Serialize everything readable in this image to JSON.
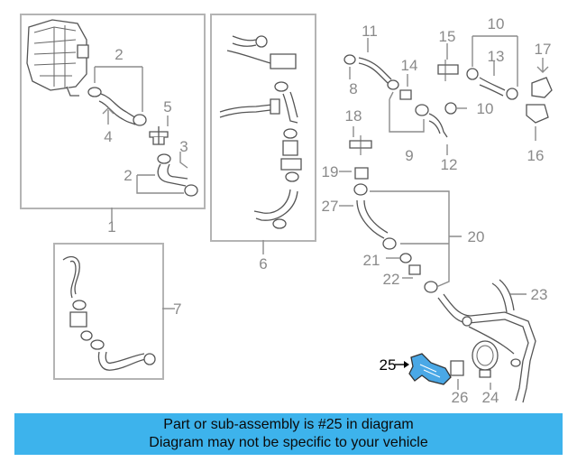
{
  "callouts": {
    "c1": "1",
    "c2a": "2",
    "c2b": "2",
    "c3": "3",
    "c4": "4",
    "c5": "5",
    "c6": "6",
    "c7": "7",
    "c8": "8",
    "c9": "9",
    "c10a": "10",
    "c10b": "10",
    "c11": "11",
    "c12": "12",
    "c13": "13",
    "c14": "14",
    "c15": "15",
    "c16": "16",
    "c17": "17",
    "c18": "18",
    "c19": "19",
    "c20": "20",
    "c21": "21",
    "c22": "22",
    "c23": "23",
    "c24": "24",
    "c25": "25",
    "c26": "26",
    "c27": "27"
  },
  "highlight": {
    "part": "25",
    "color": "#4aa8e6"
  },
  "banner": {
    "line1": "Part or sub-assembly is #25 in diagram",
    "line2": "Diagram may not be specific to your vehicle",
    "color": "#3db3ec"
  }
}
